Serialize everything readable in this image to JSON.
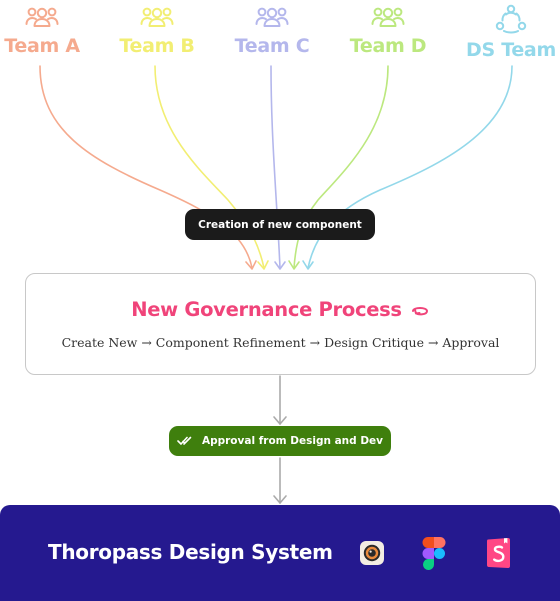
{
  "teams": [
    {
      "name": "Team A",
      "color": "#f5aa8e",
      "icon": "people-group-icon"
    },
    {
      "name": "Team B",
      "color": "#f2ee73",
      "icon": "people-group-icon"
    },
    {
      "name": "Team C",
      "color": "#b4b7ec",
      "icon": "people-group-icon"
    },
    {
      "name": "Team D",
      "color": "#bce87f",
      "icon": "people-group-icon"
    },
    {
      "name": "DS Team",
      "color": "#93d8ea",
      "icon": "connected-people-icon"
    }
  ],
  "creation_label": "Creation of new component",
  "process": {
    "title": "New Governance Process",
    "title_color": "#f0447a",
    "title_icon": "loop-arrow-icon",
    "steps": "Create New → Component Refinement → Design Critique → Approval"
  },
  "approval_label": "Approval from Design and Dev",
  "approval_icon": "double-check-icon",
  "design_system": {
    "title": "Thoropass Design System",
    "background": "#25198f",
    "tools": [
      "camera-app-icon",
      "figma-icon",
      "storybook-icon"
    ]
  }
}
